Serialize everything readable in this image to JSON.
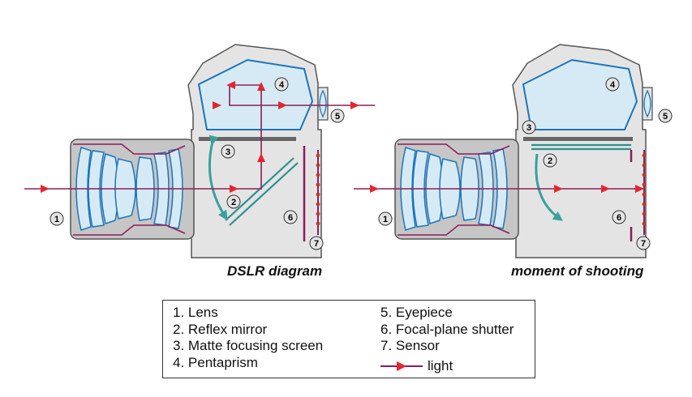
{
  "colors": {
    "body_fill": "#e4e4e4",
    "body_stroke": "#555555",
    "lens_body_fill": "#c6c6c6",
    "lens_glass_fill": "#d6eaf6",
    "glass_stroke": "#1b75bc",
    "light_path": "#8b1e5b",
    "arrow_head": "#e3262e",
    "teal": "#3aa0a0",
    "sensor": "#c0392b"
  },
  "icons": {
    "arrow": "arrow-head-icon",
    "rotation": "curved-arrow-icon"
  },
  "diagrams": [
    {
      "caption": "DSLR diagram",
      "markers": [
        "1",
        "2",
        "3",
        "4",
        "5",
        "6",
        "7"
      ]
    },
    {
      "caption": "moment of shooting",
      "markers": [
        "1",
        "2",
        "3",
        "4",
        "5",
        "6",
        "7"
      ]
    }
  ],
  "legend": {
    "left_items": [
      "1. Lens",
      "2. Reflex mirror",
      "3. Matte focusing screen",
      "4. Pentaprism"
    ],
    "right_items": [
      "5. Eyepiece",
      "6. Focal-plane shutter",
      "7. Sensor"
    ],
    "light_label": "light"
  }
}
